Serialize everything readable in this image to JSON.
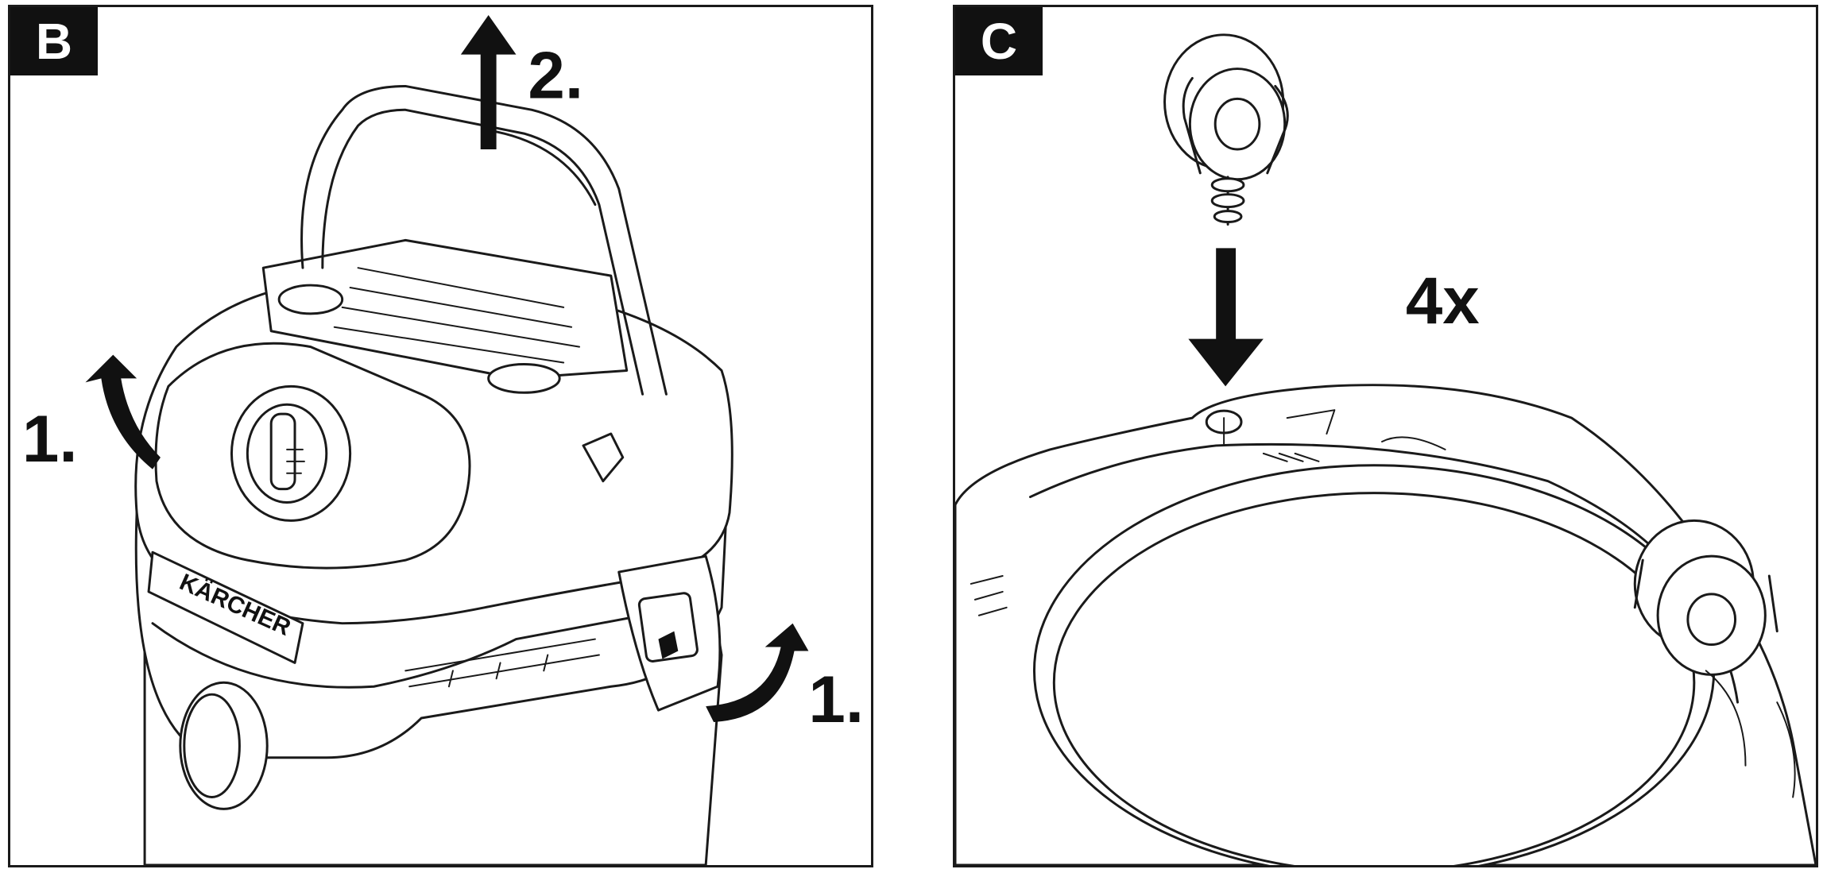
{
  "panels": [
    {
      "letter": "B",
      "steps": [
        "1.",
        "2.",
        "1."
      ],
      "brand": "KÄRCHER"
    },
    {
      "letter": "C",
      "quantity": "4x"
    }
  ]
}
